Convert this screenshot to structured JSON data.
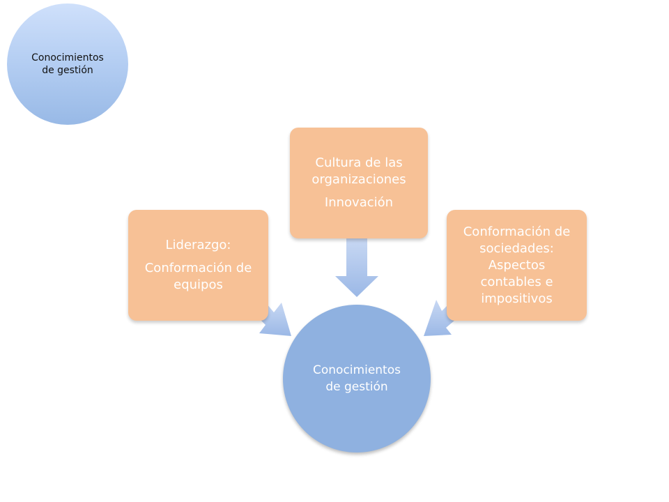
{
  "corner_node": {
    "line1": "Conocimientos",
    "line2": "de gestión"
  },
  "center_node": {
    "line1": "Conocimientos",
    "line2": "de gestión"
  },
  "nodes": {
    "left": {
      "line1": "Liderazgo:",
      "line2": "Conformación de",
      "line3": "equipos"
    },
    "top": {
      "line1": "Cultura de las",
      "line2": "organizaciones",
      "line3": "Innovación"
    },
    "right": {
      "line1": "Conformación de",
      "line2": "sociedades:",
      "line3": "Aspectos",
      "line4": "contables e",
      "line5": "impositivos"
    }
  },
  "colors": {
    "box_fill": "#f7c196",
    "center_fill": "#8fb1e0",
    "arrow_fill": "#a7c0e8",
    "text_light": "#ffffff"
  }
}
